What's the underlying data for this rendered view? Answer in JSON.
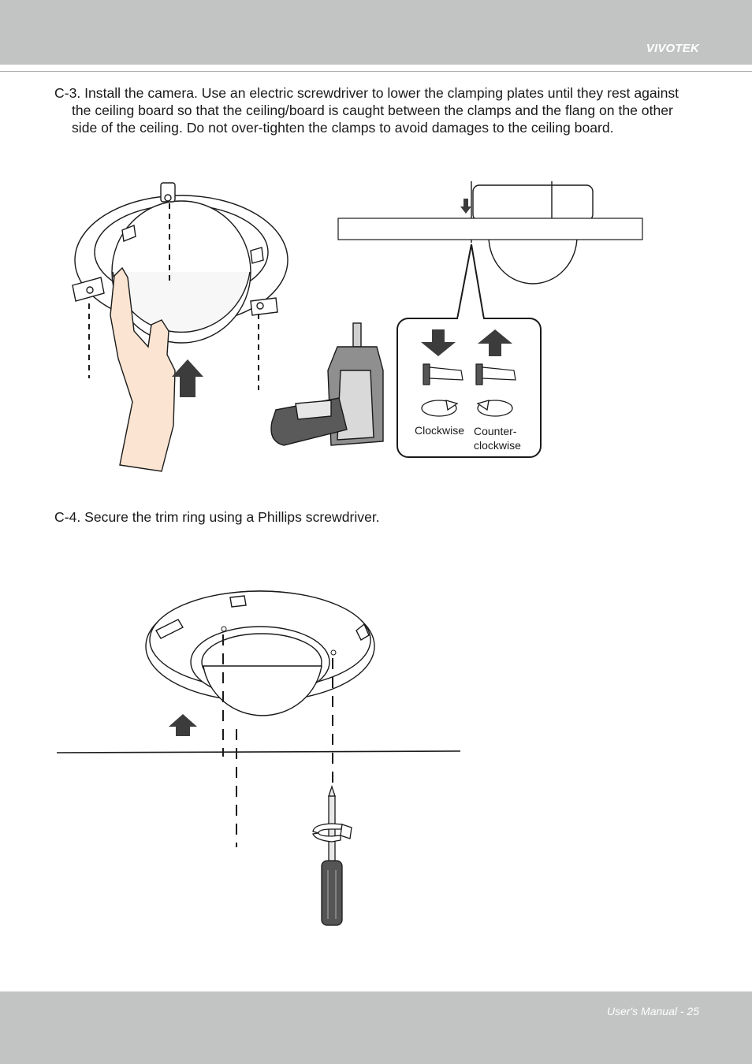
{
  "header": {
    "brand": "VIVOTEK"
  },
  "steps": [
    {
      "text": "C-3. Install the camera. Use an electric screwdriver to lower the clamping plates until they rest against the ceiling board so that the ceiling/board    is caught between the clamps and the flang on the other side of the ceiling. Do not over-tighten the clamps to avoid damages to the ceiling board."
    },
    {
      "text": "C-4. Secure the trim ring using a Phillips screwdriver."
    }
  ],
  "figure1": {
    "callout": {
      "clockwise_label": "Clockwise",
      "counter_label_line1": "Counter-",
      "counter_label_line2": "clockwise"
    }
  },
  "footer": {
    "page_label": "User's Manual - 25"
  }
}
